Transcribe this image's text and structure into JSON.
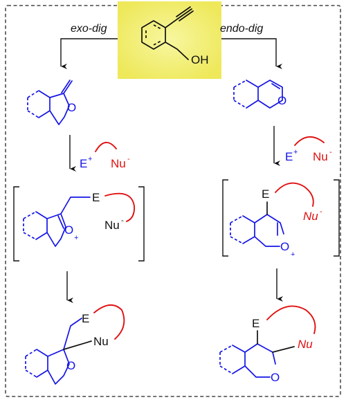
{
  "labels": {
    "exo": "exo-dig",
    "endo": "endo-dig"
  },
  "atoms": {
    "oh": "OH",
    "o": "O",
    "e": "E",
    "nu": "Nu",
    "plus": "+",
    "minus": "-"
  },
  "colors": {
    "highlight": "#f5f07a",
    "ring": "#1414e6",
    "reagent": "#e01010",
    "ink": "#111111"
  }
}
